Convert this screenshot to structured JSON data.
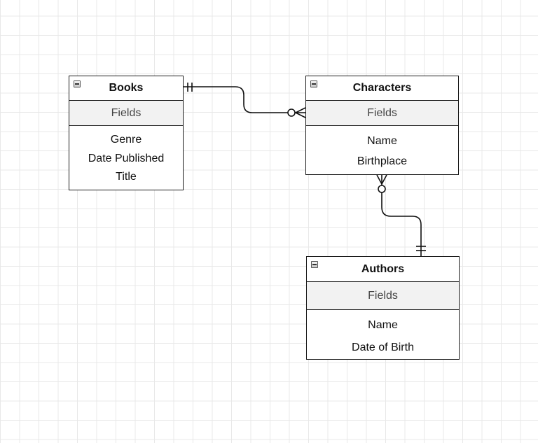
{
  "entities": {
    "books": {
      "title": "Books",
      "section_label": "Fields",
      "fields": [
        "Genre",
        "Date Published",
        "Title"
      ]
    },
    "characters": {
      "title": "Characters",
      "section_label": "Fields",
      "fields": [
        "Name",
        "Birthplace"
      ]
    },
    "authors": {
      "title": "Authors",
      "section_label": "Fields",
      "fields": [
        "Name",
        "Date of Birth"
      ]
    }
  },
  "relationships": [
    {
      "from": "Books",
      "to": "Characters",
      "from_cardinality": "one-and-only-one",
      "to_cardinality": "zero-or-many"
    },
    {
      "from": "Characters",
      "to": "Authors",
      "from_cardinality": "zero-or-many",
      "to_cardinality": "one-and-only-one"
    }
  ],
  "colors": {
    "line": "#111111",
    "section_fill": "#f2f2f2",
    "grid": "#e8e8e8"
  }
}
